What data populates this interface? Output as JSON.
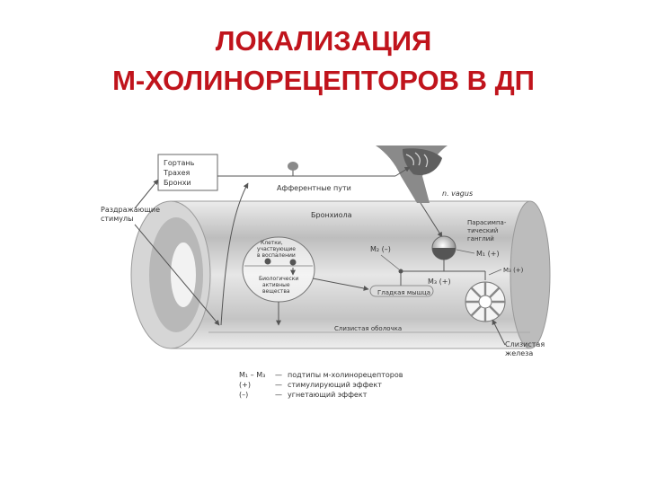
{
  "title": {
    "line1": "ЛОКАЛИЗАЦИЯ",
    "line2": "М-ХОЛИНОРЕЦЕПТОРОВ В ДП"
  },
  "diagram": {
    "labels": {
      "organs_box": [
        "Гортань",
        "Трахея",
        "Бронхи"
      ],
      "irritant": [
        "Раздражающие",
        "стимулы"
      ],
      "afferent": "Афферентные пути",
      "vagus": "n. vagus",
      "bronchiole": "Бронхиола",
      "ganglion": [
        "Парасимпа-",
        "тический",
        "ганглий"
      ],
      "m1": "M₁ (+)",
      "m2": "M₂ (–)",
      "m3_top": "M₃ (+)",
      "m3_mid": "M₃ (+)",
      "cells": [
        "Клетки,",
        "участвующие",
        "в воспалении"
      ],
      "mediators": [
        "Биологически",
        "активные",
        "вещества"
      ],
      "smooth_muscle": "Гладкая мышца",
      "mucosa": "Слизистая оболочка",
      "gland": [
        "Слизистая",
        "железа"
      ]
    },
    "legend": [
      {
        "key": "M₁ – M₃",
        "dash": "—",
        "text": "подтипы м-холинорецепторов"
      },
      {
        "key": "(+)",
        "dash": "—",
        "text": "стимулирующий эффект"
      },
      {
        "key": "(–)",
        "dash": "—",
        "text": "угнетающий эффект"
      }
    ]
  },
  "colors": {
    "title": "#c0141c",
    "line": "#555555",
    "tube": "#d4d4d4",
    "tube_dark": "#a8a8a8"
  }
}
